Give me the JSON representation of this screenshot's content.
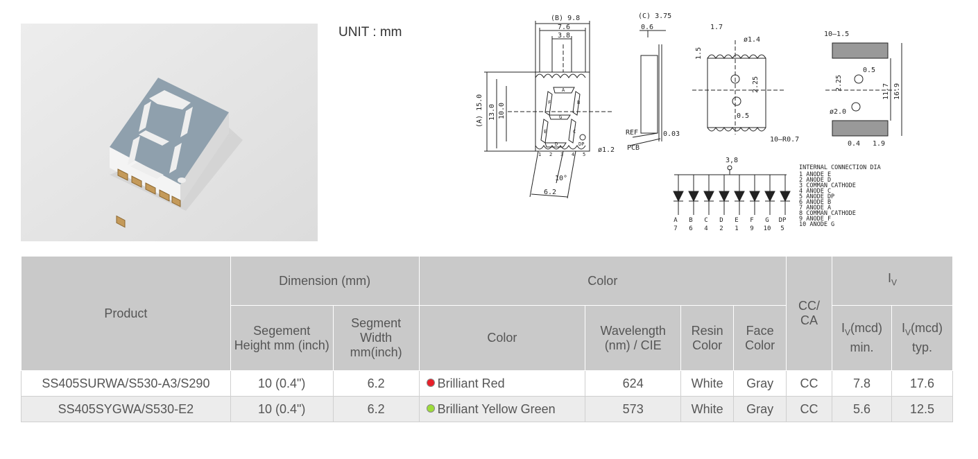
{
  "unit_label": "UNIT : mm",
  "drawing": {
    "dim_b": "(B) 9.8",
    "dim_76": "7.6",
    "dim_38": "3.8",
    "dim_c": "(C) 3.75",
    "dim_06": "0.6",
    "dim_a": "(A) 15.0",
    "dim_130": "13.0",
    "dim_100": "10.0",
    "dim_ref": "REF",
    "dim_pcb": "PCB",
    "dim_tol": "0.03",
    "dim_phi12": "ø1.2",
    "dim_10deg": "10°",
    "dim_62": "6.2",
    "dim_17": "1.7",
    "dim_phi14": "ø1.4",
    "dim_15": "1.5",
    "dim_225": "2.25",
    "dim_05": "0.5",
    "dim_r07": "10–R0.7",
    "dim_1015": "10–1.5",
    "dim_05b": "0.5",
    "dim_225b": "2.25",
    "dim_117": "11.7",
    "dim_169": "16.9",
    "dim_phi20": "ø2.0",
    "dim_04": "0.4",
    "dim_19": "1.9",
    "dim_38b": "3,8",
    "segment_letters": [
      "A",
      "B",
      "C",
      "D",
      "E",
      "F",
      "G",
      "DP"
    ],
    "pin_letters": [
      "A",
      "B",
      "C",
      "D",
      "E",
      "F",
      "G",
      "DP"
    ],
    "pin_numbers": [
      "7",
      "6",
      "4",
      "2",
      "1",
      "9",
      "10",
      "5"
    ],
    "connection_title": "INTERNAL CONNECTION DIA",
    "connection_lines": [
      "1 ANODE E",
      "2 ANODE D",
      "3 COMMAN CATHODE",
      "4 ANODE C",
      "5 ANODE DP",
      "6 ANODE B",
      "7 ANODE A",
      "8 COMMAN CATHODE",
      "9 ANODE F",
      "10 ANODE G"
    ],
    "lead_numbers": [
      "1",
      "2",
      "3",
      "4",
      "5"
    ]
  },
  "table": {
    "header": {
      "product": "Product",
      "dimension": "Dimension (mm)",
      "color_group": "Color",
      "ccca": "CC/ CA",
      "iv_group": "I",
      "iv_sub": "V",
      "seg_height": "Segement Height mm (inch)",
      "seg_width": "Segment Width mm(inch)",
      "color": "Color",
      "wavelength": "Wavelength (nm) / CIE",
      "resin": "Resin Color",
      "face": "Face Color",
      "iv_min_a": "I",
      "iv_min_sub": "V",
      "iv_min_b": "(mcd) min.",
      "iv_typ_a": "I",
      "iv_typ_sub": "V",
      "iv_typ_b": "(mcd) typ."
    },
    "rows": [
      {
        "product": "SS405SURWA/S530-A3/S290",
        "seg_height": "10 (0.4\")",
        "seg_width": "6.2",
        "color": "Brilliant Red",
        "dot_color": "#e8202a",
        "wavelength": "624",
        "resin": "White",
        "face": "Gray",
        "ccca": "CC",
        "iv_min": "7.8",
        "iv_typ": "17.6"
      },
      {
        "product": "SS405SYGWA/S530-E2",
        "seg_height": "10 (0.4\")",
        "seg_width": "6.2",
        "color": "Brilliant Yellow Green",
        "dot_color": "#9ddc3a",
        "wavelength": "573",
        "resin": "White",
        "face": "Gray",
        "ccca": "CC",
        "iv_min": "5.6",
        "iv_typ": "12.5"
      }
    ]
  }
}
